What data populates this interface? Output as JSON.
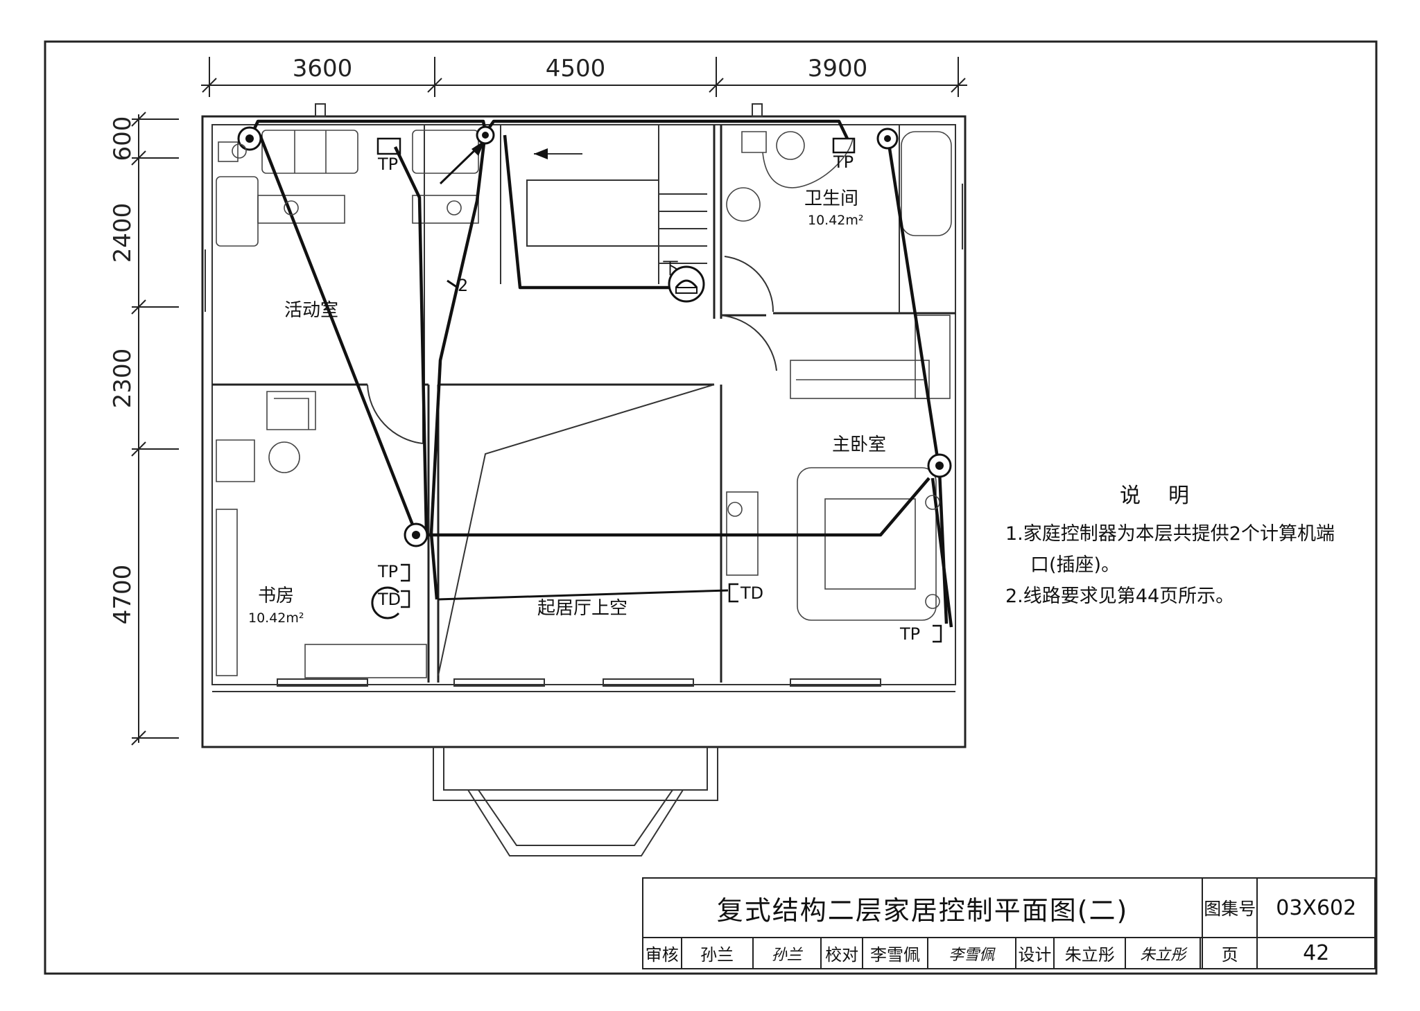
{
  "dimensions": {
    "top": [
      "3600",
      "4500",
      "3900"
    ],
    "left": [
      "600",
      "2400",
      "2300",
      "4700"
    ]
  },
  "rooms": {
    "activity": "活动室",
    "bathroom": "卫生间",
    "bathroom_area": "10.42m²",
    "study": "书房",
    "study_area": "10.42m²",
    "master_bedroom": "主卧室",
    "living_void": "起居厅上空"
  },
  "labels": {
    "tp": "TP",
    "td": "TD",
    "down": "下",
    "wire_count": "2"
  },
  "notes": {
    "title": "说明",
    "line1": "1.家庭控制器为本层共提供2个计算机端",
    "line1b": "口(插座)。",
    "line2": "2.线路要求见第44页所示。"
  },
  "title_block": {
    "title": "复式结构二层家居控制平面图(二)",
    "atlas_label": "图集号",
    "atlas_code": "03X602",
    "review_label": "审核",
    "review_name": "孙兰",
    "review_sig": "孙兰",
    "check_label": "校对",
    "check_name": "李雪佩",
    "check_sig": "李雪佩",
    "design_label": "设计",
    "design_name": "朱立彤",
    "design_sig": "朱立彤",
    "page_label": "页",
    "page_no": "42"
  }
}
